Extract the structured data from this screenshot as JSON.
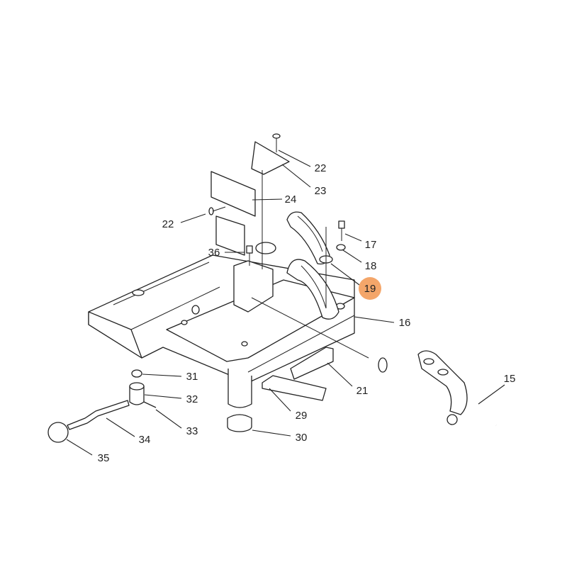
{
  "diagram": {
    "highlight_color": "#F4A66A",
    "highlighted_part": "19",
    "labels": {
      "p22a": "22",
      "p23": "23",
      "p24": "24",
      "p22b": "22",
      "p36": "36",
      "p17": "17",
      "p18": "18",
      "p19": "19",
      "p16": "16",
      "p15": "15",
      "p21": "21",
      "p31": "31",
      "p32": "32",
      "p33": "33",
      "p29": "29",
      "p30": "30",
      "p34": "34",
      "p35": "35"
    }
  }
}
